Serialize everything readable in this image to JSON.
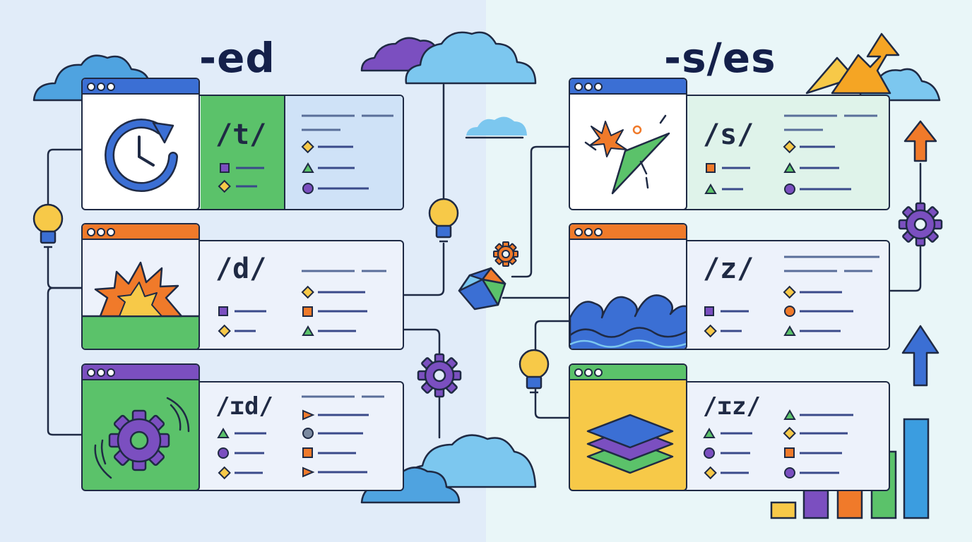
{
  "headings": {
    "left": "-ed",
    "right": "-s/es"
  },
  "left_panels": [
    {
      "sound": "/t/",
      "image_icon": "clock-refresh-icon",
      "title_bar_color": "#3b6fd4",
      "label_bg": "#5bc26a",
      "text_bg": "#cfe2f7"
    },
    {
      "sound": "/d/",
      "image_icon": "explosion-icon",
      "title_bar_color": "#f07a2a",
      "label_bg": "#edf2fb",
      "text_bg": "#edf2fb"
    },
    {
      "sound": "/ɪd/",
      "image_icon": "gear-icon",
      "title_bar_color": "#7b4fc0",
      "label_bg": "#edf2fb",
      "text_bg": "#edf2fb"
    }
  ],
  "right_panels": [
    {
      "sound": "/s/",
      "image_icon": "party-popper-icon",
      "title_bar_color": "#3b6fd4",
      "label_bg": "#dff3ea",
      "text_bg": "#dff3ea"
    },
    {
      "sound": "/z/",
      "image_icon": "wave-icon",
      "title_bar_color": "#f07a2a",
      "label_bg": "#edf2fb",
      "text_bg": "#edf2fb"
    },
    {
      "sound": "/ɪz/",
      "image_icon": "layers-icon",
      "title_bar_color": "#5bc26a",
      "label_bg": "#edf2fb",
      "text_bg": "#edf2fb"
    }
  ],
  "colors": {
    "outline": "#1f2a44",
    "blue": "#3b6fd4",
    "orange": "#f07a2a",
    "purple": "#7b4fc0",
    "green": "#5bc26a",
    "yellow": "#f7c948",
    "cloud_light": "#7cc7ef",
    "cloud_dark": "#4fa3e0"
  }
}
